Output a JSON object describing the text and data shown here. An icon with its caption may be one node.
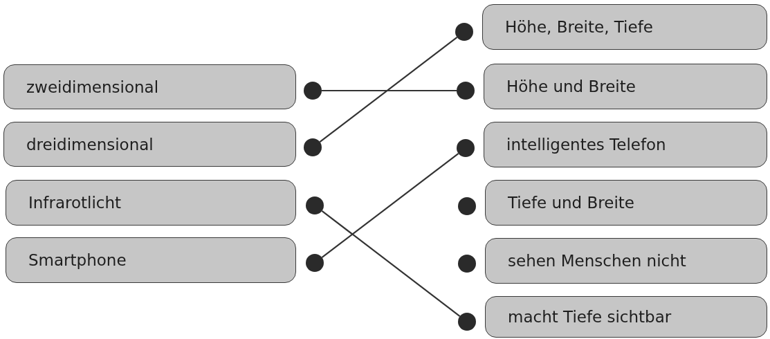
{
  "diagram": {
    "nodes": [
      {
        "text": [
          "zweidimensional"
        ]
      },
      {
        "text": [
          "dreidimensional"
        ]
      },
      {
        "text": [
          "Infrarotlicht"
        ]
      },
      {
        "text": [
          "Smartphone"
        ]
      },
      {
        "text": [],
        "shape": "circle"
      },
      {
        "text": [],
        "shape": "circle"
      },
      {
        "text": [],
        "shape": "circle"
      },
      {
        "text": [],
        "shape": "circle"
      },
      {
        "text": [],
        "shape": "circle"
      },
      {
        "text": [],
        "shape": "circle"
      },
      {
        "text": [],
        "shape": "circle"
      },
      {
        "text": [],
        "shape": "circle"
      },
      {
        "text": [],
        "shape": "circle"
      },
      {
        "text": [],
        "shape": "circle"
      },
      {
        "text": [
          "Höhe, Breite, Tiefe"
        ]
      },
      {
        "text": [
          "Höhe und Breite"
        ]
      },
      {
        "text": [
          "intelligentes Telefon"
        ]
      },
      {
        "text": [
          "Tiefe und Breite"
        ]
      },
      {
        "text": [
          "sehen Menschen nicht"
        ]
      },
      {
        "text": [
          "macht Tiefe sichtbar"
        ]
      }
    ],
    "edges": [
      {
        "from": 4,
        "to": 9,
        "arrow": "none"
      },
      {
        "from": 5,
        "to": 8,
        "arrow": "none"
      },
      {
        "from": 6,
        "to": 13,
        "arrow": "none"
      },
      {
        "from": 7,
        "to": 10,
        "arrow": "none"
      }
    ]
  }
}
